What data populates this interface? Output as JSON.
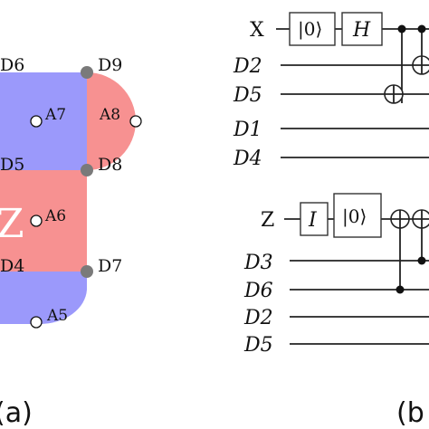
{
  "panel_a": {
    "label": "(a)",
    "colors": {
      "x_plaquette": "#9b99fb",
      "z_plaquette": "#f79191",
      "data_qubit": "#7a7a7a"
    },
    "data_qubits": {
      "d4": "D4",
      "d5": "D5",
      "d6": "D6",
      "d7": "D7",
      "d8": "D8",
      "d9": "D9"
    },
    "ancillas": {
      "a5": "A5",
      "a6": "A6",
      "a7": "A7",
      "a8": "A8"
    },
    "stabilizer_letter": "Z"
  },
  "panel_b": {
    "label": "(b",
    "x_circuit": {
      "ancilla_label": "X",
      "wires": [
        "D2",
        "D5",
        "D1",
        "D4"
      ],
      "gates": {
        "reset": "|0⟩",
        "hadamard": "H"
      }
    },
    "z_circuit": {
      "ancilla_label": "Z",
      "wires": [
        "D3",
        "D6",
        "D2",
        "D5"
      ],
      "gates": {
        "identity": "I",
        "reset": "|0⟩"
      }
    }
  }
}
